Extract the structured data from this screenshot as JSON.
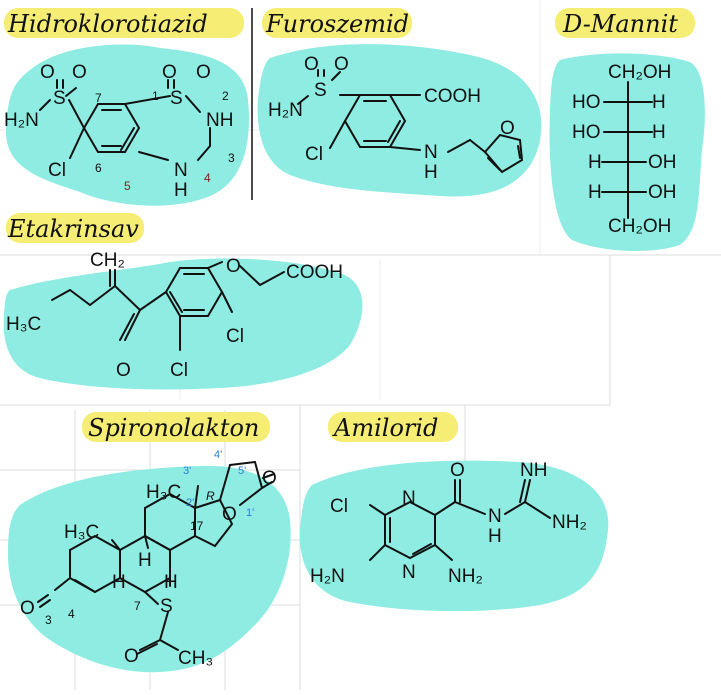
{
  "colors": {
    "blob": "#8eece2",
    "highlight": "#f6ee74",
    "ink": "#111111",
    "grid": "#dcdcdc",
    "num_red": "#8a1c1c",
    "num_blue": "#2a7fd0"
  },
  "labels": {
    "hctz": "Hidroklorotiazid",
    "furo": "Furoszemid",
    "mannit": "D-Mannit",
    "etakrin": "Etakrinsav",
    "spiro": "Spironolakton",
    "amilorid": "Amilorid"
  },
  "hctz": {
    "s1": "S",
    "o1": "O",
    "o2": "O",
    "s2": "S",
    "o3": "O",
    "o4": "O",
    "h2n": "H₂N",
    "nh": "NH",
    "cl": "Cl",
    "h": "H",
    "n": "N",
    "n7": "7",
    "n1": "1",
    "n2": "2",
    "n3": "3",
    "n4": "4",
    "n5": "5",
    "n6": "6"
  },
  "furo": {
    "s": "S",
    "o1": "O",
    "o2": "O",
    "h2n": "H₂N",
    "cooh": "COOH",
    "cl": "Cl",
    "n": "N",
    "h": "H",
    "o_ring": "O"
  },
  "mannit": {
    "top": "CH₂OH",
    "rows": [
      {
        "left": "HO",
        "right": "H"
      },
      {
        "left": "HO",
        "right": "H"
      },
      {
        "left": "H",
        "right": "OH"
      },
      {
        "left": "H",
        "right": "OH"
      }
    ],
    "bottom": "CH₂OH"
  },
  "etakrin": {
    "o_ether": "O",
    "cooh": "COOH",
    "ch2": "CH₂",
    "h3c": "H₃C",
    "cl1": "Cl",
    "o_keto": "O",
    "cl2": "Cl"
  },
  "spiro": {
    "h3c_a": "H₃C",
    "h3c_b": "H₃C",
    "h1": "H",
    "h2": "H",
    "h3": "H",
    "o_keto": "O",
    "o_lac": "O",
    "o_ring": "O",
    "s": "S",
    "o_ac": "O",
    "ch3": "CH₃",
    "r": "R",
    "n17": "17",
    "n3": "3",
    "n4": "4",
    "n7": "7",
    "n3p": "3'",
    "n4p": "4'",
    "n5p": "5'",
    "n2p": "2'",
    "n1p": "1'"
  },
  "amilorid": {
    "cl": "Cl",
    "n1": "N",
    "n2": "N",
    "o": "O",
    "nh": "NH",
    "n_amide": "N",
    "h_amide": "H",
    "nh2_right": "NH₂",
    "h2n": "H₂N",
    "nh2_bottom": "NH₂"
  }
}
